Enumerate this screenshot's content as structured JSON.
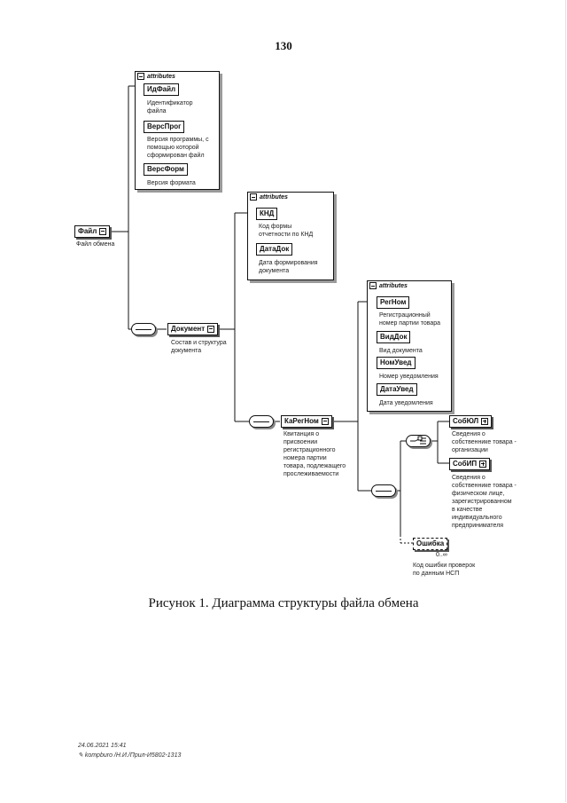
{
  "page_number": "130",
  "attributes_label": "attributes",
  "root": {
    "name": "Файл",
    "desc": "Файл обмена"
  },
  "root_attrs": [
    {
      "name": "ИдФайл",
      "desc": [
        "Идентификатор",
        "файла"
      ]
    },
    {
      "name": "ВерсПрог",
      "desc": [
        "Версия программы, с",
        "помощью которой",
        "сформирован файл"
      ]
    },
    {
      "name": "ВерсФорм",
      "desc": [
        "Версия формата"
      ]
    }
  ],
  "document": {
    "name": "Документ",
    "desc": [
      "Состав и структура",
      "документа"
    ]
  },
  "document_attrs": [
    {
      "name": "КНД",
      "desc": [
        "Код формы",
        "отчетности по КНД"
      ]
    },
    {
      "name": "ДатаДок",
      "desc": [
        "Дата формирования",
        "документа"
      ]
    }
  ],
  "kvitancia": {
    "name": "КаРегНом",
    "desc": [
      "Квитанция о",
      "присвоении",
      "регистрационного",
      "номера партии",
      "товара, подлежащего",
      "прослеживаемости"
    ]
  },
  "kvit_attrs": [
    {
      "name": "РегНом",
      "desc": [
        "Регистрационный",
        "номер партии товара"
      ]
    },
    {
      "name": "ВидДок",
      "desc": [
        "Вид документа"
      ]
    },
    {
      "name": "НомУвед",
      "desc": [
        "Номер уведомления"
      ]
    },
    {
      "name": "ДатаУвед",
      "desc": [
        "Дата уведомления"
      ]
    }
  ],
  "sob_ul": {
    "name": "СобЮЛ",
    "desc": [
      "Сведения о",
      "собственнике товара -",
      "организации"
    ]
  },
  "sob_ip": {
    "name": "СобИП",
    "desc": [
      "Сведения о",
      "собственнике товара -",
      "физическом лице,",
      "зарегистрированном",
      "в качестве",
      "индивидуального",
      "предпринимателя"
    ]
  },
  "error": {
    "name": "Ошибка",
    "cardinality": "0..∞",
    "desc": [
      "Код ошибки проверок",
      "по данным НСП"
    ]
  },
  "caption": "Рисунок 1. Диаграмма структуры файла обмена",
  "footer": {
    "date": "24.06.2021 15:41",
    "source": "kompburo /Н.И./Прил-И5802-1313"
  }
}
